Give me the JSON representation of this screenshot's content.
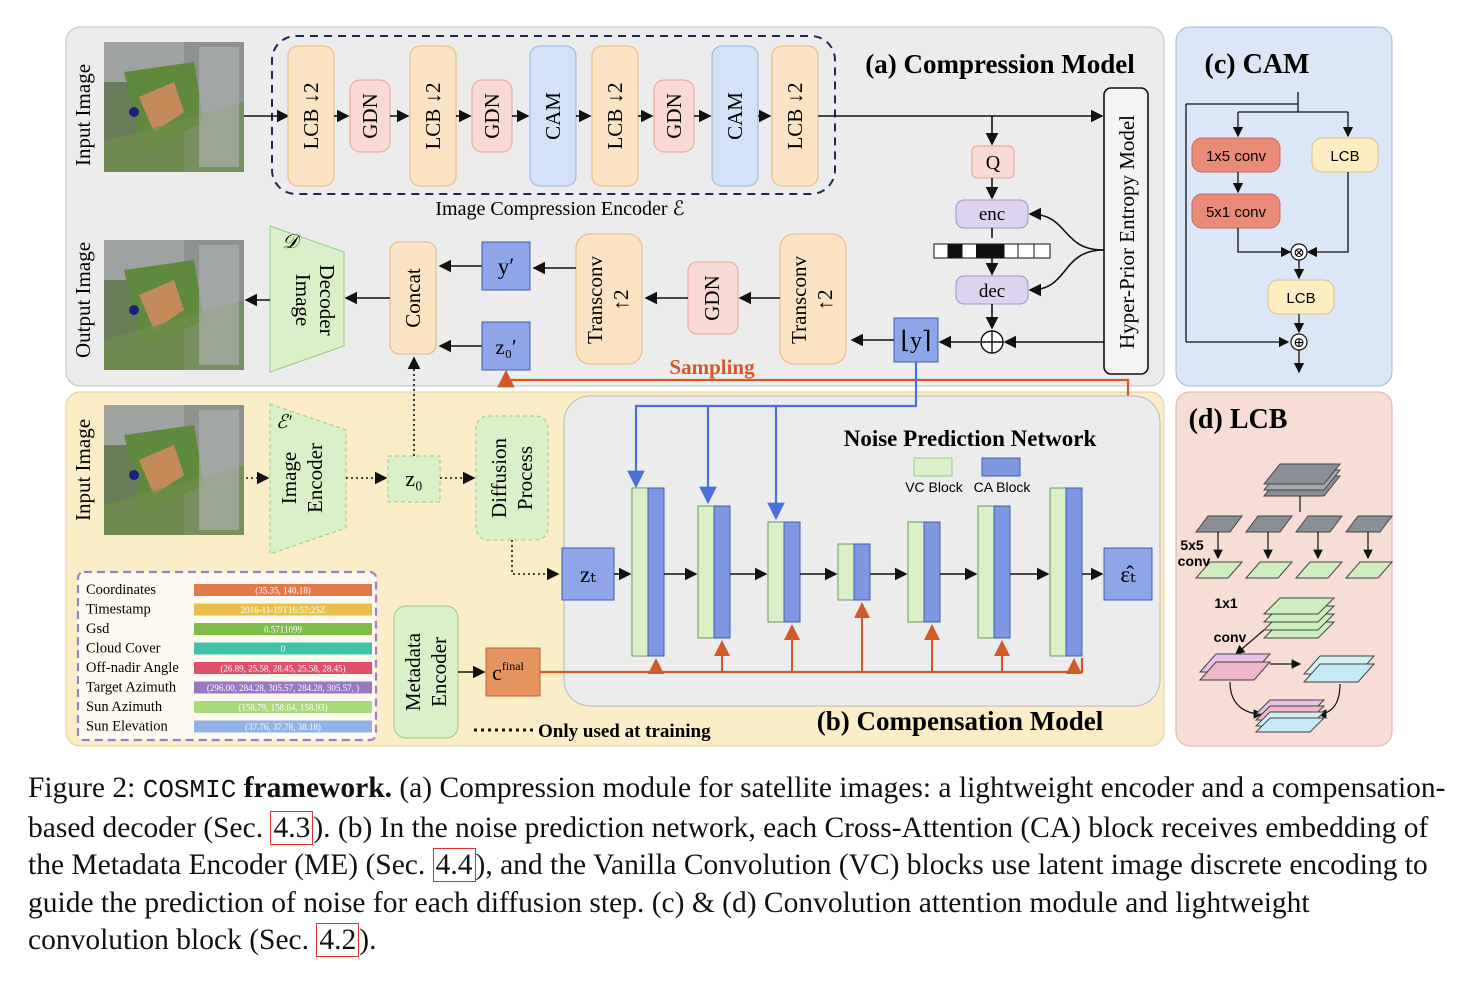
{
  "panels": {
    "a_title": "(a) Compression Model",
    "b_title": "(b) Compensation Model",
    "c_title": "(c) CAM",
    "d_title": "(d) LCB"
  },
  "side_labels": {
    "input_image": "Input Image",
    "output_image": "Output Image",
    "input_image_b": "Input Image"
  },
  "encoder": {
    "blocks": [
      "LCB ↓2",
      "GDN",
      "LCB ↓2",
      "GDN",
      "CAM",
      "LCB ↓2",
      "GDN",
      "CAM",
      "LCB ↓2"
    ],
    "caption": "Image Compression Encoder ℰ"
  },
  "hyper_prior": "Hyper-Prior Entropy Model",
  "entropy": {
    "q": "Q",
    "enc": "enc",
    "dec": "dec"
  },
  "decoder": {
    "d_symbol": "𝒟",
    "image_decoder": [
      "Image",
      "Decoder"
    ],
    "concat": "Concat",
    "y_prime": "y′",
    "z0_prime": "z₀′",
    "transconv1": [
      "Transconv",
      "↑2"
    ],
    "gdn": "GDN",
    "transconv2": [
      "Transconv",
      "↑2"
    ],
    "y_floor": "⌊y⌉",
    "sampling": "Sampling"
  },
  "compensation": {
    "e_symbol": "ℰ′",
    "image_encoder": [
      "Image",
      "Encoder"
    ],
    "z0": "z₀",
    "diffusion": [
      "Diffusion",
      "Process"
    ],
    "npn_title": "Noise Prediction Network",
    "legend_vc": "VC Block",
    "legend_ca": "CA Block",
    "zt": "zₜ",
    "eps": "ε̂ₜ",
    "metadata_encoder": [
      "Metadata",
      "Encoder"
    ],
    "c_final": "c",
    "c_final_sup": "final",
    "only_training": "Only used at training"
  },
  "metadata": [
    {
      "label": "Coordinates",
      "value": "(35.35, 140.18)",
      "color": "#e07a4c"
    },
    {
      "label": "Timestamp",
      "value": "2016-11-19T16:57:25Z",
      "color": "#e9c14a"
    },
    {
      "label": "Gsd",
      "value": "0.5711099",
      "color": "#7fbd4a"
    },
    {
      "label": "Cloud Cover",
      "value": "0",
      "color": "#3fc2a8"
    },
    {
      "label": "Off-nadir Angle",
      "value": "(26.89, 25.58, 28.45, 25.58, 28.45)",
      "color": "#e0506a"
    },
    {
      "label": "Target Azimuth",
      "value": "(296.00, 284.28, 305.57, 284.28, 305.57, )",
      "color": "#9a77c4"
    },
    {
      "label": "Sun Azimuth",
      "value": "(158.79, 158.64, 158.93)",
      "color": "#a9d97a"
    },
    {
      "label": "Sun Elevation",
      "value": "(37.76, 37.78, 38.18)",
      "color": "#8fb3e6"
    }
  ],
  "cam": {
    "conv15": "1x5 conv",
    "conv51": "5x1 conv",
    "lcb1": "LCB",
    "lcb2": "LCB",
    "times": "⊗",
    "plus": "⊕"
  },
  "lcb": {
    "conv5": [
      "5x5",
      "conv"
    ],
    "conv1": [
      "1x1",
      "conv"
    ]
  },
  "caption": {
    "prefix": "Figure 2: ",
    "name": "COSMIC",
    "bold": " framework.",
    "t1": " (a) Compression module for satellite images: a lightweight encoder and a compensation-based decoder (Sec. ",
    "ref1": "4.3",
    "t2": ").  (b) In the noise prediction network, each Cross-Attention (CA) block receives embedding of the Metadata Encoder (ME) (Sec. ",
    "ref2": "4.4",
    "t3": "), and the Vanilla Convolution (VC) blocks use latent image discrete encoding to guide the prediction of noise for each diffusion step. (c) & (d) Convolution attention module and lightweight convolution block (Sec. ",
    "ref3": "4.2",
    "t4": ")."
  },
  "colors": {
    "orange_box": "#fbe3c4",
    "pink_box": "#f8d9d3",
    "blue_box": "#d3e2f7",
    "green_box": "#d9f0c9",
    "arrow_orange": "#d05a2a",
    "arrow_blue": "#4a72d6"
  }
}
